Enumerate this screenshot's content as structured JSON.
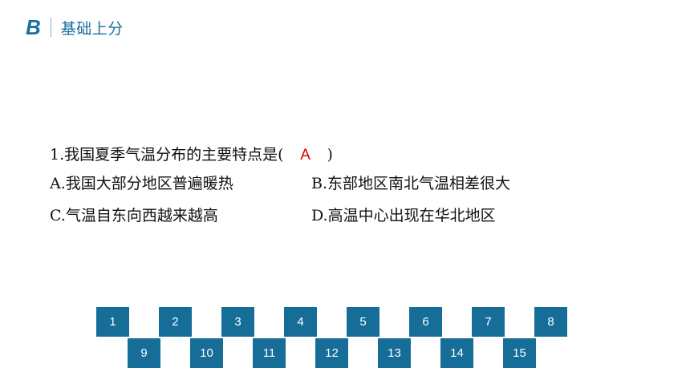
{
  "header": {
    "letter": "B",
    "title": "基础上分"
  },
  "question": {
    "stem_prefix": "1.我国夏季气温分布的主要特点是(",
    "answer": "A",
    "stem_suffix": ")",
    "options": [
      "A.我国大部分地区普遍暖热",
      "B.东部地区南北气温相差很大",
      "C.气温自东向西越来越高",
      "D.高温中心出现在华北地区"
    ]
  },
  "nav": {
    "row1": [
      "1",
      "2",
      "3",
      "4",
      "5",
      "6",
      "7",
      "8"
    ],
    "row2": [
      "9",
      "10",
      "11",
      "12",
      "13",
      "14",
      "15"
    ]
  }
}
